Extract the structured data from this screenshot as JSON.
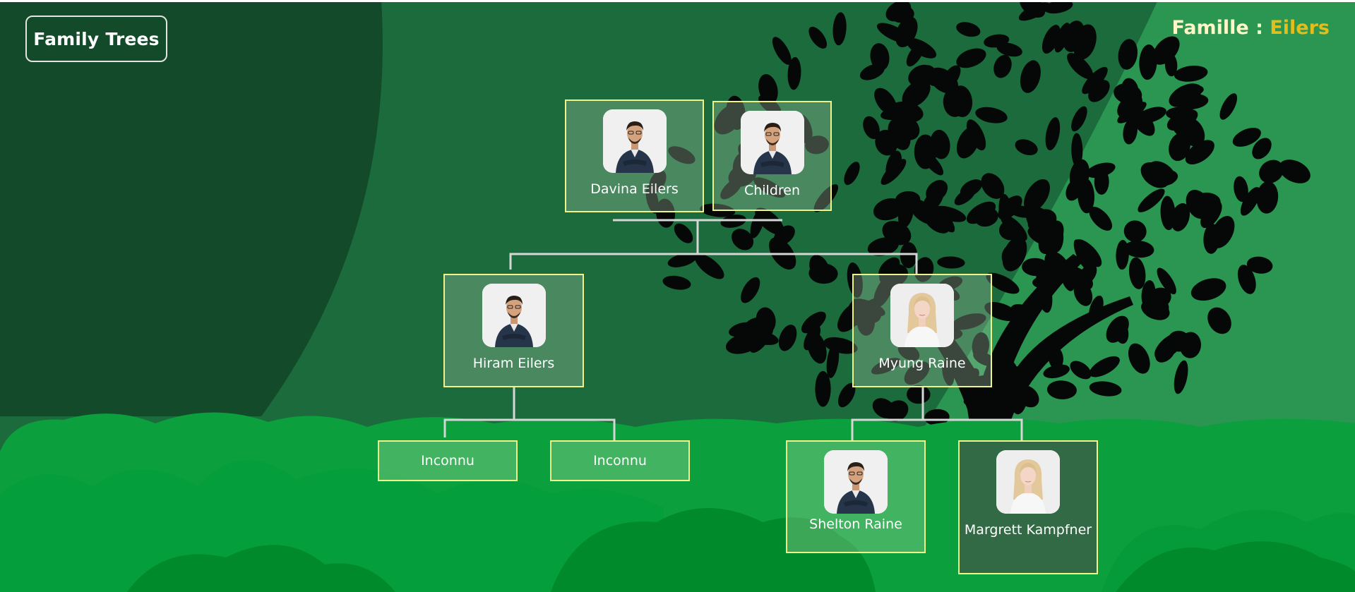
{
  "app": {
    "title": "Family Trees"
  },
  "header": {
    "prefix": "Famille : ",
    "family_name": "Eilers"
  },
  "people": {
    "davina": {
      "name": "Davina Eilers",
      "avatar": "man-portrait"
    },
    "children": {
      "name": "Children",
      "avatar": "man-portrait"
    },
    "hiram": {
      "name": "Hiram Eilers",
      "avatar": "man-portrait"
    },
    "myung": {
      "name": "Myung Raine",
      "avatar": "woman-portrait"
    },
    "unknown1": {
      "name": "Inconnu"
    },
    "unknown2": {
      "name": "Inconnu"
    },
    "shelton": {
      "name": "Shelton Raine",
      "avatar": "man-portrait"
    },
    "margrett": {
      "name": "Margrett Kampfner",
      "avatar": "woman-portrait"
    }
  },
  "colors": {
    "background": "#1b6b3c",
    "card_border": "#eef38a",
    "accent": "#e3bd1c",
    "connector": "#d6d6d6"
  }
}
